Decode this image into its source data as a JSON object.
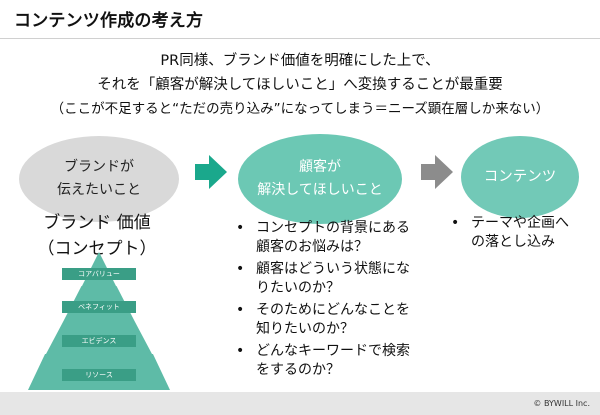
{
  "header": {
    "title": "コンテンツ作成の考え方"
  },
  "lead": {
    "line1": "PR同様、ブランド価値を明確にした上で、",
    "line2": "それを「顧客が解決してほしいこと」へ変換することが最重要",
    "line3": "（ここが不足すると“ただの売り込み”になってしまう＝ニーズ顕在層しか来ない）"
  },
  "flow": {
    "brand": {
      "line1": "ブランドが",
      "line2": "伝えたいこと"
    },
    "customer": {
      "line1": "顧客が",
      "line2": "解決してほしいこと"
    },
    "contents": {
      "label": "コンテンツ"
    },
    "arrow_color_1": "#1aa88c",
    "arrow_color_2": "#8c8c8c"
  },
  "brand_value": {
    "line1": "ブランド 価値",
    "line2": "（コンセプト）",
    "pyramid_levels": [
      "コアバリュー",
      "ベネフィット",
      "エビデンス",
      "リソース"
    ],
    "pyramid_color": "#5ebba7",
    "label_color": "#3a9e86"
  },
  "customer_questions": [
    "コンセプトの背景にある顧客のお悩みは？",
    "顧客はどういう状態になりたいのか？",
    "そのためにどんなことを知りたいのか？",
    "どんなキーワードで検索をするのか？"
  ],
  "content_items": [
    "テーマや企画への落とし込み"
  ],
  "footer": {
    "copyright": "© BYWILL Inc."
  }
}
